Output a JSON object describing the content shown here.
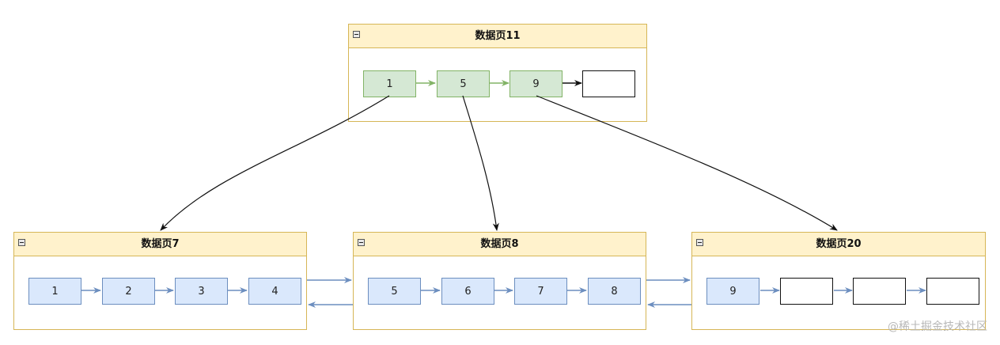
{
  "pages": {
    "p11": {
      "title": "数据页11",
      "records": [
        "1",
        "5",
        "9",
        ""
      ]
    },
    "p7": {
      "title": "数据页7",
      "records": [
        "1",
        "2",
        "3",
        "4"
      ]
    },
    "p8": {
      "title": "数据页8",
      "records": [
        "5",
        "6",
        "7",
        "8"
      ]
    },
    "p20": {
      "title": "数据页20",
      "records": [
        "9",
        "",
        "",
        ""
      ]
    }
  },
  "watermark": "@稀土掘金技术社区",
  "colors": {
    "page_border": "#d6b656",
    "page_header": "#fff2cc",
    "green_fill": "#d5e8d4",
    "green_stroke": "#82b366",
    "blue_fill": "#dae8fc",
    "blue_stroke": "#6c8ebf"
  }
}
